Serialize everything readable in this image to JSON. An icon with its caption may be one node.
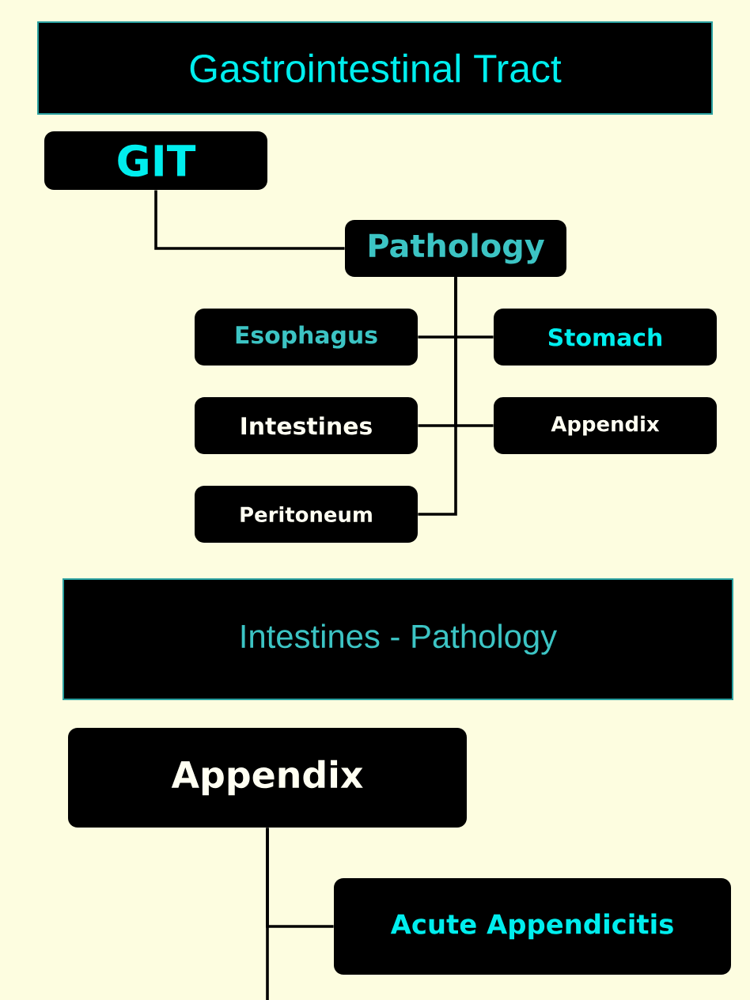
{
  "diagram": {
    "nodes": [
      {
        "text": [
          "Gastrointestinal Tract"
        ]
      },
      {
        "text": [
          "GIT"
        ]
      },
      {
        "text": [
          "Pathology"
        ]
      },
      {
        "text": [
          "Esophagus"
        ]
      },
      {
        "text": [
          "Stomach"
        ]
      },
      {
        "text": [
          "Intestines"
        ]
      },
      {
        "text": [
          "Appendix"
        ]
      },
      {
        "text": [
          "Peritoneum"
        ]
      },
      {
        "text": [
          "Intestines  - Pathology"
        ]
      },
      {
        "text": [
          "Appendix"
        ]
      },
      {
        "text": [
          "Acute Appendicitis"
        ]
      }
    ],
    "edges": [
      {
        "from": 1,
        "to": 2,
        "arrow": "none"
      },
      {
        "from": 2,
        "to": 3,
        "arrow": "none"
      },
      {
        "from": 2,
        "to": 4,
        "arrow": "none"
      },
      {
        "from": 2,
        "to": 5,
        "arrow": "none"
      },
      {
        "from": 2,
        "to": 6,
        "arrow": "none"
      },
      {
        "from": 2,
        "to": 7,
        "arrow": "none"
      },
      {
        "from": 9,
        "to": 10,
        "arrow": "none"
      },
      {
        "from": 9,
        "to": null,
        "arrow": "none"
      }
    ]
  }
}
